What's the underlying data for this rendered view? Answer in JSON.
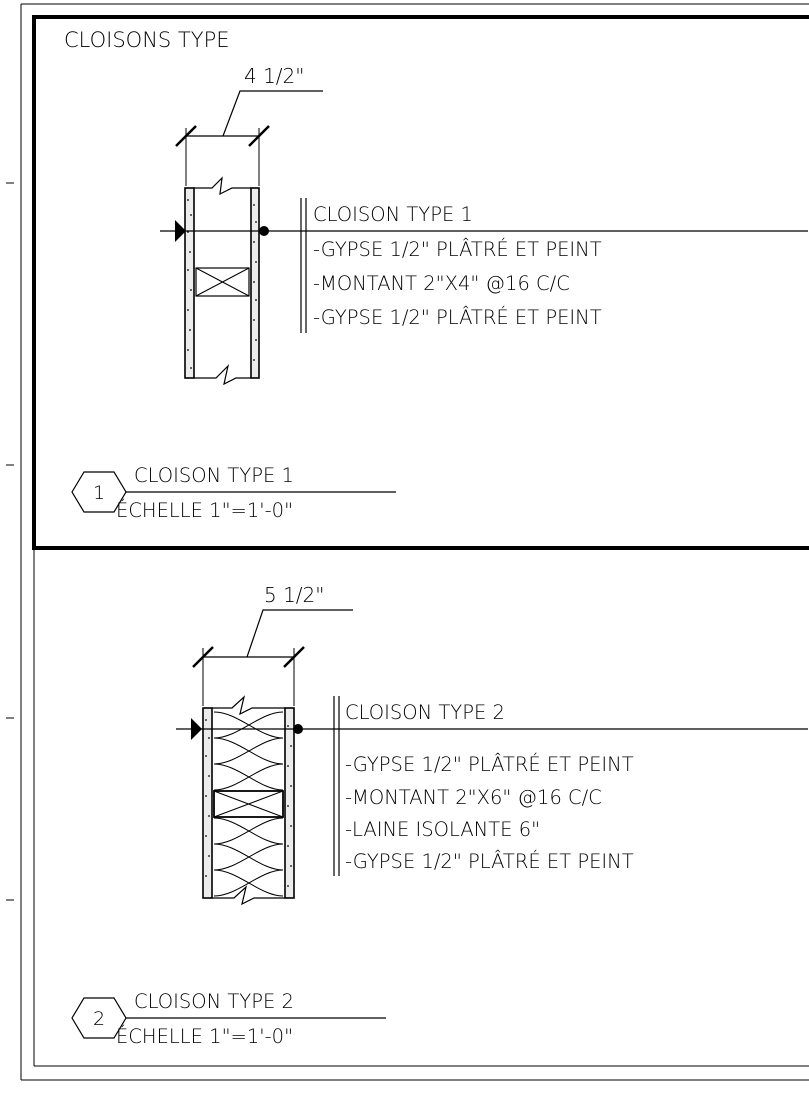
{
  "sheet_title": "CLOISONS TYPE",
  "details": [
    {
      "number": "1",
      "dimension": "4 1/2\"",
      "wall_title": "CLOISON TYPE 1",
      "layers": [
        "-GYPSE 1/2\" PLÂTRÉ ET PEINT",
        "-MONTANT 2\"X4\" @16 C/C",
        "-GYPSE 1/2\" PLÂTRÉ ET PEINT"
      ],
      "label_title": "CLOISON TYPE 1",
      "label_scale": "ÉCHELLE 1\"=1'-0\""
    },
    {
      "number": "2",
      "dimension": "5 1/2\"",
      "wall_title": "CLOISON TYPE 2",
      "layers": [
        "-GYPSE 1/2\" PLÂTRÉ ET PEINT",
        "-MONTANT 2\"X6\" @16 C/C",
        "-LAINE ISOLANTE 6\"",
        "-GYPSE 1/2\" PLÂTRÉ ET PEINT"
      ],
      "label_title": "CLOISON TYPE 2",
      "label_scale": "ÉCHELLE 1\"=1'-0\""
    }
  ]
}
